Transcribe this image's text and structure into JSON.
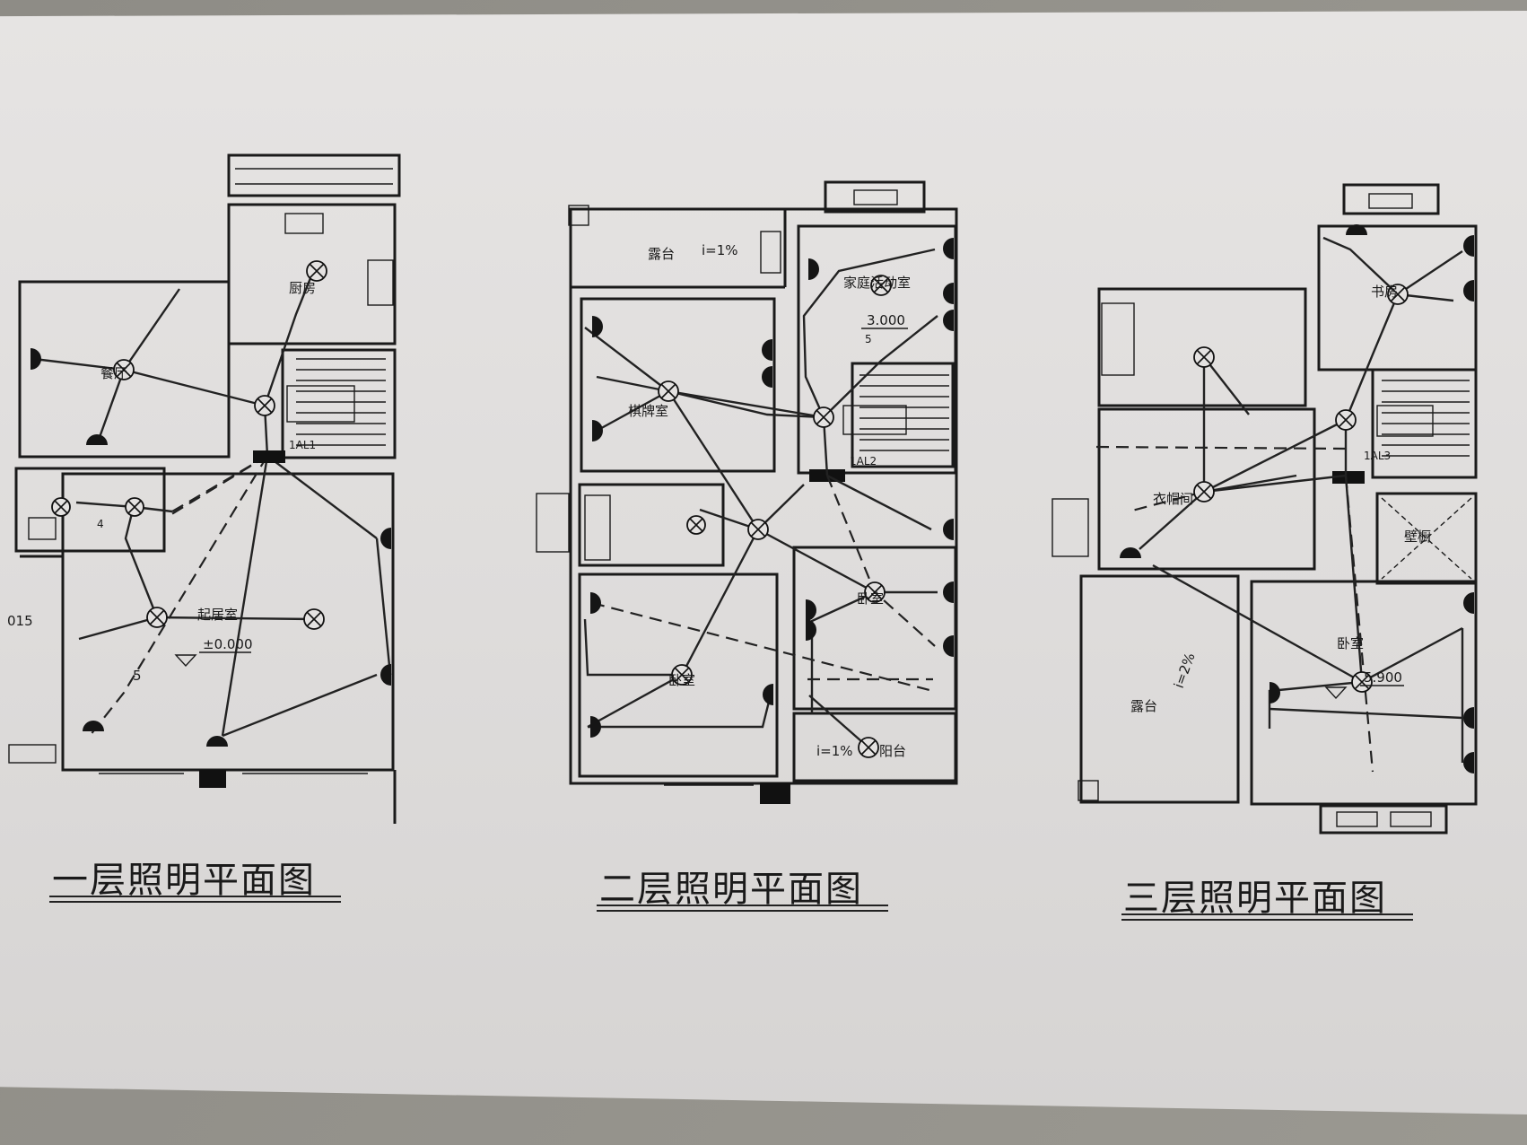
{
  "titles": {
    "floor1": "一层照明平面图",
    "floor2": "二层照明平面图",
    "floor3": "三层照明平面图"
  },
  "floor1": {
    "rooms": {
      "kitchen": "厨房",
      "dining": "餐厅",
      "living": "起居室"
    },
    "elevation": "±0.000",
    "panel": "1AL1",
    "edge_label": "015",
    "count_label": "5",
    "count_label2": "4"
  },
  "floor2": {
    "rooms": {
      "terrace": "露台",
      "family": "家庭活动室",
      "chess": "棋牌室",
      "bed1": "卧室",
      "bed2": "卧室",
      "balcony": "阳台"
    },
    "slope1": "i=1%",
    "slope2": "i=1%",
    "elevation": "3.000",
    "panel": "1AL2",
    "count_label": "5"
  },
  "floor3": {
    "rooms": {
      "study": "书房",
      "closet": "衣帽间",
      "wardrobe": "壁橱",
      "bedroom": "卧室",
      "terrace": "露台"
    },
    "slope": "i=2%",
    "elevation": "5.900",
    "panel": "1AL3"
  },
  "colors": {
    "paper": "#e2e0df",
    "ink": "#1a1a1a",
    "background": "#8e8c86"
  }
}
